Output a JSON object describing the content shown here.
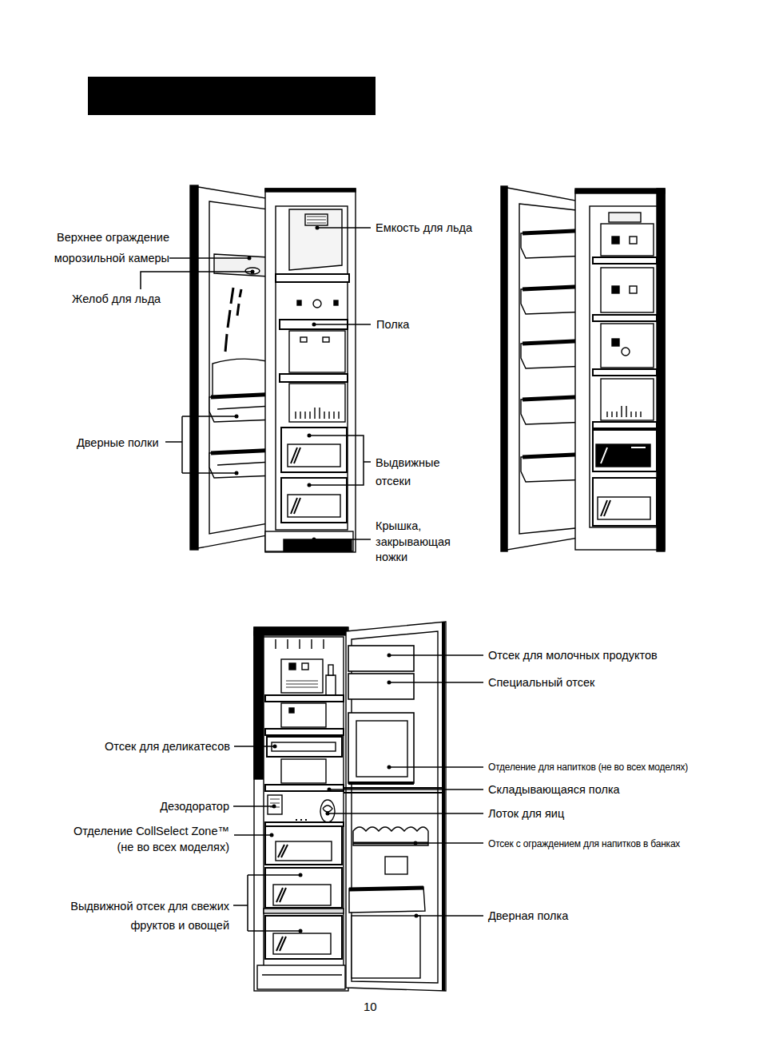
{
  "diagram": {
    "labels": [
      "Верхнее ограждение морозильной камеры",
      "Желоб для льда",
      "Дверные полки",
      "Емкость для льда",
      "Полка",
      "Выдвижные отсеки",
      "Крышка, закрывающая ножки",
      "Отсек для молочных продуктов",
      "Специальный отсек",
      "Отсек для деликатесов",
      "Отделение для напитков (не во всех моделях)",
      "Складывающаяся полка",
      "Дезодоратор",
      "Лоток для яиц",
      "Отделение CollSelect Zone™ (не во всех моделях)",
      "Отсек с ограждением для напитков в банках",
      "Выдвижной отсек для свежих фруктов и овощей",
      "Дверная полка",
      "10"
    ]
  }
}
